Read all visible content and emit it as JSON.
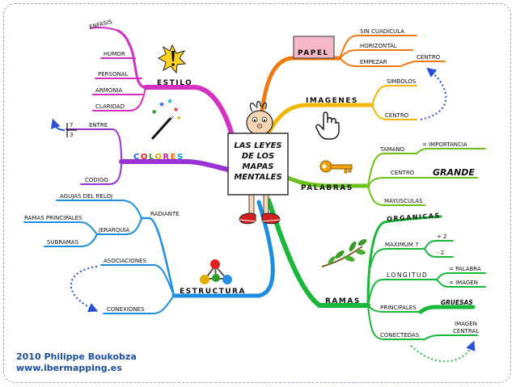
{
  "center": {
    "title_lines": [
      "LAS LEYES",
      "DE LOS",
      "MAPAS",
      "MENTALES"
    ]
  },
  "estilo": {
    "label": "ESTILO",
    "items": [
      "ENFASIS",
      "HUMOR",
      "PERSONAL",
      "ARMONIA",
      "CLARIDAD"
    ]
  },
  "colores": {
    "label": "COLORES",
    "letters": [
      "C",
      "O",
      "L",
      "O",
      "R",
      "E",
      "S"
    ],
    "letter_colors": [
      "#1e63d6",
      "#e02020",
      "#2da02d",
      "#e0a800",
      "#d02090",
      "#ff6a00",
      "#00a0c8"
    ],
    "entre": "ENTRE",
    "entre_values": [
      "7",
      "3"
    ],
    "codigo": "CODIGO"
  },
  "estructura": {
    "label": "ESTRUCTURA",
    "radiante": "RADIANTE",
    "radiante_items": [
      "AGUJAS DEL RELOJ",
      "JERARQUIA"
    ],
    "jerarquia_items": [
      "RAMAS PRINCIPALES",
      "SUBRAMAS"
    ],
    "asociaciones": "ASOCIACIONES",
    "conexiones": "CONEXIONES"
  },
  "papel": {
    "label": "PAPEL",
    "items": [
      "SIN CUADICULA",
      "HORIZONTAL",
      "EMPEZAR"
    ],
    "empezar_child": "CENTRO"
  },
  "imagenes": {
    "label": "IMAGENES",
    "items": [
      "SIMBOLOS",
      "CENTRO"
    ]
  },
  "palabras": {
    "label": "PALABRAS",
    "items": [
      "TAMANO",
      "CENTRO",
      "MAYUSCULAS"
    ],
    "tamano_child": "= IMPORTANCIA",
    "centro_child": "GRANDE"
  },
  "ramas": {
    "label": "RAMAS",
    "organicas": "ORGANICAS",
    "maximum": "MAXIMUM 7",
    "maximum_items": [
      "+ 2",
      "- 2"
    ],
    "longitud": "LONGITUD",
    "longitud_items": [
      "= PALABRA",
      "= IMAGEN"
    ],
    "principales": "PRINCIPALES",
    "principales_child": "GRUESAS",
    "conectedas": "CONECTEDAS",
    "conectedas_child": [
      "IMAGEN",
      "CENTRAL"
    ]
  },
  "credit": {
    "line1": "2010 Philippe Boukobza",
    "line2": "www.ibermapping.es"
  },
  "colors": {
    "estilo": "#d62fc4",
    "colores": "#9a32d6",
    "estructura": "#1e8fe0",
    "papel": "#f07a12",
    "imagenes": "#f2b705",
    "palabras": "#6cc21a",
    "ramas": "#1ab83a",
    "dotted": "#2a4fd6",
    "credit": "#1c4fa0"
  }
}
